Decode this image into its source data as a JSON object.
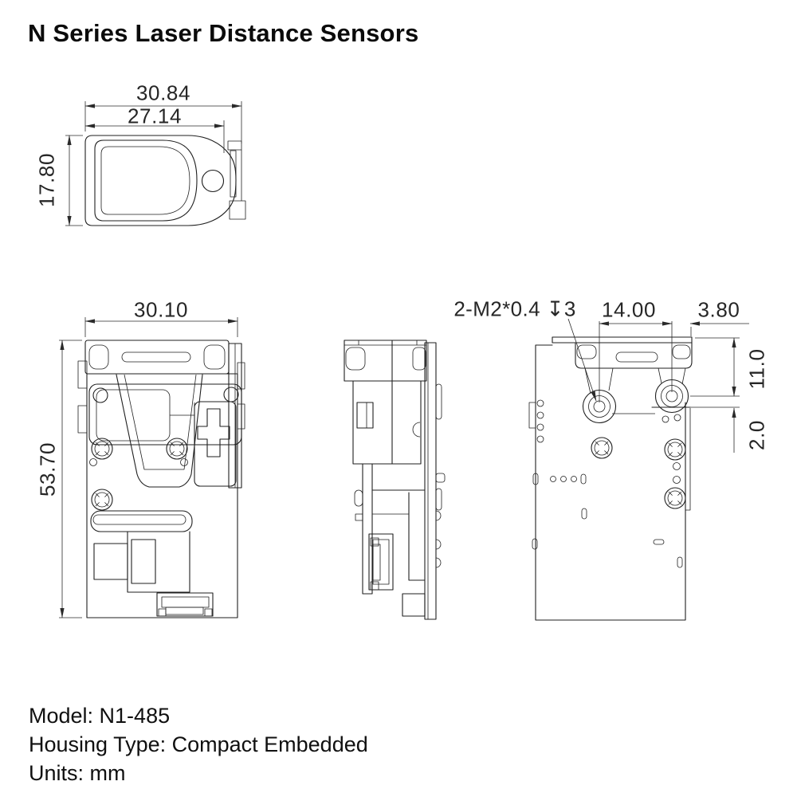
{
  "title": "N Series Laser Distance Sensors",
  "top_view": {
    "width_outer_mm": "30.84",
    "width_inner_mm": "27.14",
    "depth_mm": "17.80"
  },
  "front_view": {
    "width_mm": "30.10",
    "height_mm": "53.70"
  },
  "back_view": {
    "thread_note": "2-M2*0.4 ↧3",
    "hole_spacing_mm": "14.00",
    "hole_edge_offset_mm": "3.80",
    "top_to_hole_mm": "11.0",
    "hole_to_body_mm": "2.0"
  },
  "footer": {
    "model": "Model: N1-485",
    "housing_type": "Housing Type: Compact Embedded",
    "units": "Units: mm"
  },
  "colors": {
    "line": "#1f1f1f",
    "text": "#161616",
    "background": "#ffffff"
  }
}
